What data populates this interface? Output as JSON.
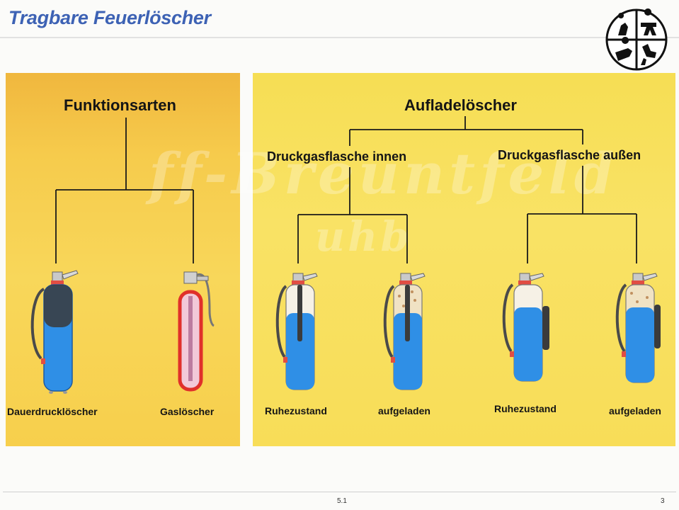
{
  "slide": {
    "title": "Tragbare Feuerlöscher",
    "section": "5.1",
    "page": "3"
  },
  "watermark": {
    "line1": "ff-Breuntfeld",
    "line2": "uhb"
  },
  "emblem": {
    "icon": "firefighter-emblem-icon"
  },
  "tree_left": {
    "root": "Funktionsarten",
    "leaves": [
      "Dauerdrucklöscher",
      "Gaslöscher"
    ]
  },
  "tree_right": {
    "root": "Aufladelöscher",
    "branches": [
      {
        "label": "Druckgasflasche innen",
        "leaves": [
          "Ruhezustand",
          "aufgeladen"
        ]
      },
      {
        "label": "Druckgasflasche außen",
        "leaves": [
          "Ruhezustand",
          "aufgeladen"
        ]
      }
    ]
  },
  "colors": {
    "title": "#3d62b4",
    "panel_left": "#f6cb4c",
    "panel_right": "#f9e265",
    "extinguisher_body": "#2f8fe6",
    "co2_body": "#f2c9d8",
    "co2_border": "#e0302a",
    "gas_cartridge": "#3b3b3b"
  }
}
